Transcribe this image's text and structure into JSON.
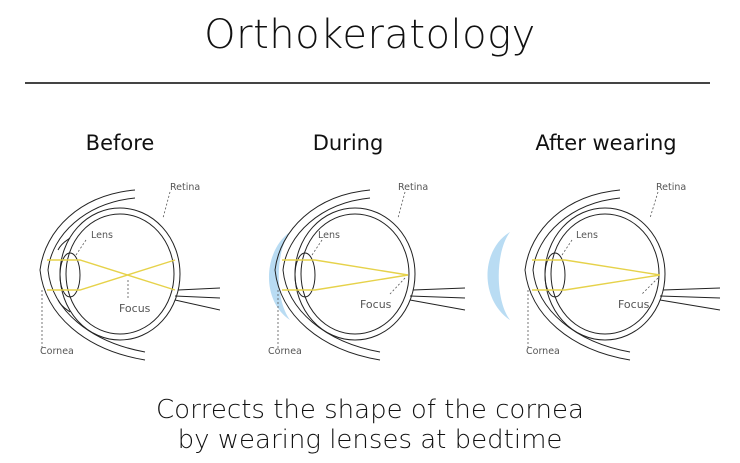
{
  "title": "Orthokeratology",
  "panels": [
    {
      "label": "Before",
      "labels": {
        "retina": "Retina",
        "lens": "Lens",
        "focus": "Focus",
        "cornea": "Cornea"
      },
      "focus_position": "in_front_of_retina",
      "contact_lens": "none"
    },
    {
      "label": "During",
      "labels": {
        "retina": "Retina",
        "lens": "Lens",
        "focus": "Focus",
        "cornea": "Cornea"
      },
      "focus_position": "on_retina",
      "contact_lens": "worn"
    },
    {
      "label": "After wearing",
      "labels": {
        "retina": "Retina",
        "lens": "Lens",
        "focus": "Focus",
        "cornea": "Cornea"
      },
      "focus_position": "on_retina",
      "contact_lens": "removed"
    }
  ],
  "caption": {
    "line1": "Corrects the shape of the cornea",
    "line2": "by wearing lenses at bedtime"
  },
  "colors": {
    "ray": "#e6d24a",
    "contact_lens": "#b9dcf3",
    "outline": "#222222",
    "label": "#555555"
  }
}
